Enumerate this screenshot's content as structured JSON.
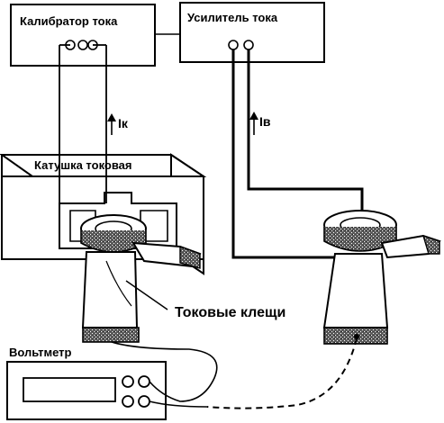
{
  "labels": {
    "calibrator": "Калибратор тока",
    "amplifier": "Усилитель тока",
    "coil": "Катушка токовая",
    "clamps": "Токовые клещи",
    "voltmeter": "Вольтметр",
    "current_k": "Iк",
    "current_v": "Iв"
  },
  "colors": {
    "line": "#000000",
    "background": "#ffffff",
    "texture": "#555555"
  }
}
